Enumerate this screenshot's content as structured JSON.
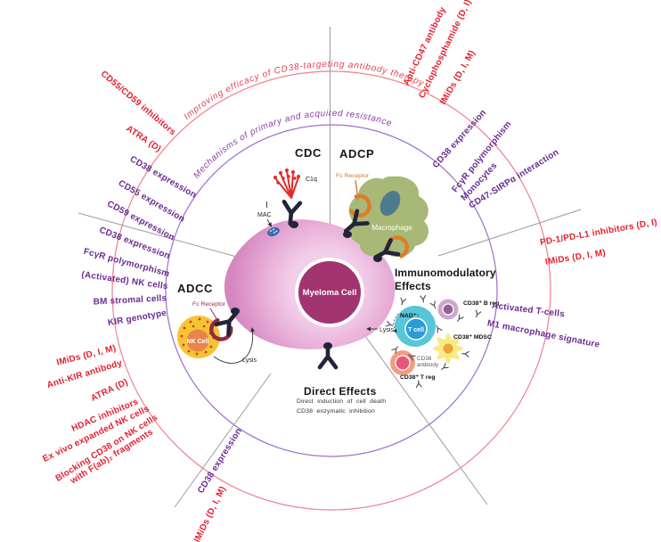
{
  "figure": {
    "outer_arc_label": "Improving efficacy of CD38-targeting antibody therapy",
    "inner_arc_label": "Mechanisms of primary and acquired resistance"
  },
  "colors": {
    "efficacy_red": "#e32230",
    "resistance_purple": "#6b2c91",
    "outer_circle_line": "#f0808f",
    "inner_circle_line": "#9b6ec8",
    "divider_gray": "#9b9b9b",
    "myeloma_pink": "#d486bf",
    "myeloma_nucleus": "#a23470",
    "macrophage_green": "#a8b877",
    "nk_yellow": "#f5c433",
    "t_cell_cyan": "#58c5d8",
    "antibody_navy": "#232339",
    "fc_receptor_orange": "#d9772e",
    "fc_receptor_maroon": "#a02945"
  },
  "center": {
    "myeloma_cell": "Myeloma Cell"
  },
  "cdc": {
    "title": "CDC",
    "c1q": "C1q",
    "mac": "MAC"
  },
  "adcp": {
    "title": "ADCP",
    "fc_receptor": "Fc Receptor",
    "macrophage": "Macrophage"
  },
  "adcc": {
    "title": "ADCC",
    "fc_receptor": "Fc Receptor",
    "nk_cell": "NK Cell",
    "lysis": "Lysis"
  },
  "direct_effects": {
    "title": "Direct Effects",
    "desc1": "Direct induction of cell death",
    "desc2": "CD38 enzymatic inhibition"
  },
  "immunomodulatory": {
    "title1": "Immunomodulatory",
    "title2": "Effects",
    "nad": "NAD⁺↑",
    "t_cell": "T cell",
    "lysis": "Lysis",
    "b_reg": "CD38⁺ B reg",
    "mdsc": "CD38⁺ MDSC",
    "t_reg": "CD38⁺ T reg",
    "antibody1": "CD38",
    "antibody2": "antibody"
  },
  "resistance_labels": [
    {
      "text": "CD38 expression"
    },
    {
      "text": "CD55 expression"
    },
    {
      "text": "CD59 expression"
    },
    {
      "text": "CD38 expression"
    },
    {
      "text": "FcγR polymorphism"
    },
    {
      "text": "(Activated) NK cells"
    },
    {
      "text": "BM stromal cells"
    },
    {
      "text": "KIR genotype"
    },
    {
      "text": "CD38 expression"
    },
    {
      "text": "CD38 expression"
    },
    {
      "text": "FcγR polymorphism"
    },
    {
      "text": "Monocytes"
    },
    {
      "text": "CD47-SIRPα interaction"
    },
    {
      "text": "Activated T-cells"
    },
    {
      "text": "M1 macrophage signature"
    }
  ],
  "efficacy_labels": [
    {
      "text": "CD55/CD59 inhibitors"
    },
    {
      "text": "ATRA (D)"
    },
    {
      "text": "Anti-CD47 antibody"
    },
    {
      "text": "Cyclophosphamide (D, I)"
    },
    {
      "text": "IMiDs (D, I, M)"
    },
    {
      "text": "PD-1/PD-L1 inhibitors (D, I)"
    },
    {
      "text": "IMiDs (D, I, M)"
    },
    {
      "text": "IMiDs (D, I, M)"
    },
    {
      "text": "Anti-KIR antibody"
    },
    {
      "text": "ATRA (D)"
    },
    {
      "text": "HDAC inhibitors"
    },
    {
      "text": "Ex vivo expanded NK cells"
    },
    {
      "text": "Blocking CD38 on NK cells",
      "text2": "with F(ab)₂ fragments"
    },
    {
      "text": "IMiDs (D, I, M)"
    }
  ]
}
